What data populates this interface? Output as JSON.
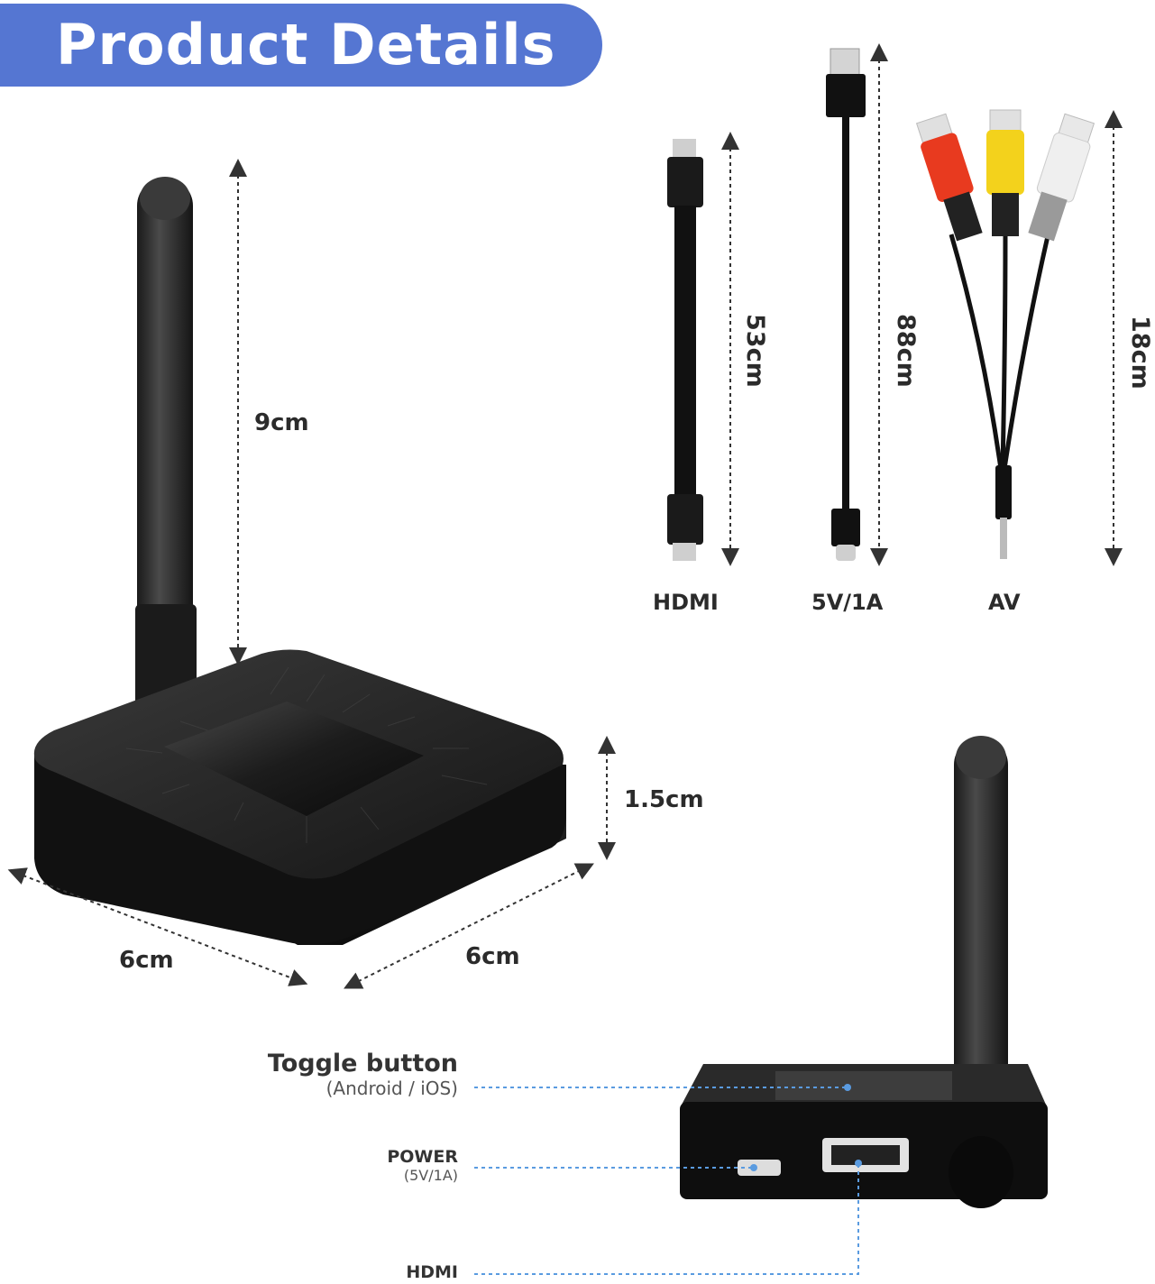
{
  "banner": {
    "title": "Product Details"
  },
  "dimensions": {
    "antenna_height": "9cm",
    "box_height": "1.5cm",
    "box_width": "6cm",
    "box_depth": "6cm"
  },
  "cables": [
    {
      "name": "HDMI",
      "length": "53cm"
    },
    {
      "name": "5V/1A",
      "length": "88cm"
    },
    {
      "name": "AV",
      "length": "18cm"
    }
  ],
  "callouts": {
    "toggle_title": "Toggle button",
    "toggle_sub": "(Android / iOS)",
    "power_title": "POWER",
    "power_sub": "(5V/1A)",
    "hdmi_title": "HDMI"
  },
  "colors": {
    "banner": "#5576d2",
    "dim_line": "#333333",
    "callout_line": "#5a9be0",
    "av_red": "#e83a1f",
    "av_yellow": "#f3d21c",
    "av_white": "#e8e8e8"
  }
}
